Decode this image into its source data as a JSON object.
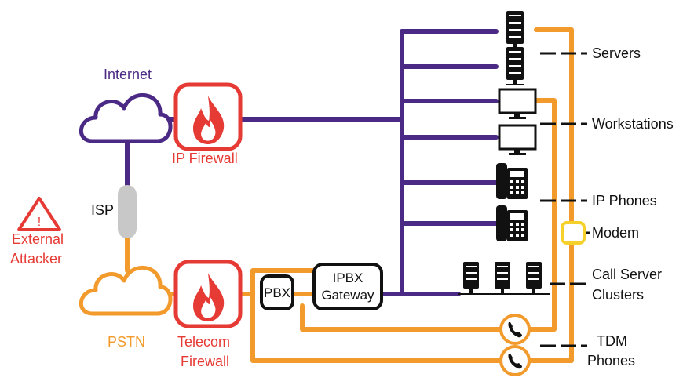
{
  "labels": {
    "internet": "Internet",
    "isp": "ISP",
    "external_attacker_line1": "External",
    "external_attacker_line2": "Attacker",
    "ip_firewall": "IP Firewall",
    "pstn": "PSTN",
    "telecom_firewall_line1": "Telecom",
    "telecom_firewall_line2": "Firewall",
    "pbx": "PBX",
    "ipbx_gateway_line1": "IPBX",
    "ipbx_gateway_line2": "Gateway",
    "servers": "Servers",
    "workstations": "Workstations",
    "ip_phones": "IP Phones",
    "modem": "Modem",
    "call_server_clusters_line1": "Call Server",
    "call_server_clusters_line2": "Clusters",
    "tdm_phones_line1": "TDM",
    "tdm_phones_line2": "Phones",
    "attacker_mark": "!"
  },
  "colors": {
    "ip_network": "#4b2a85",
    "telecom_network": "#f39a2c",
    "firewall": "#e63a35",
    "modem": "#f7d12b",
    "isp_link": "#c8c8c8"
  },
  "icons": {
    "server": "server-rack-icon",
    "workstation": "monitor-icon",
    "ip_phone": "desk-phone-icon",
    "tdm_phone": "handset-icon",
    "firewall": "flame-icon",
    "attacker": "warning-triangle-icon",
    "cloud": "cloud-icon"
  }
}
